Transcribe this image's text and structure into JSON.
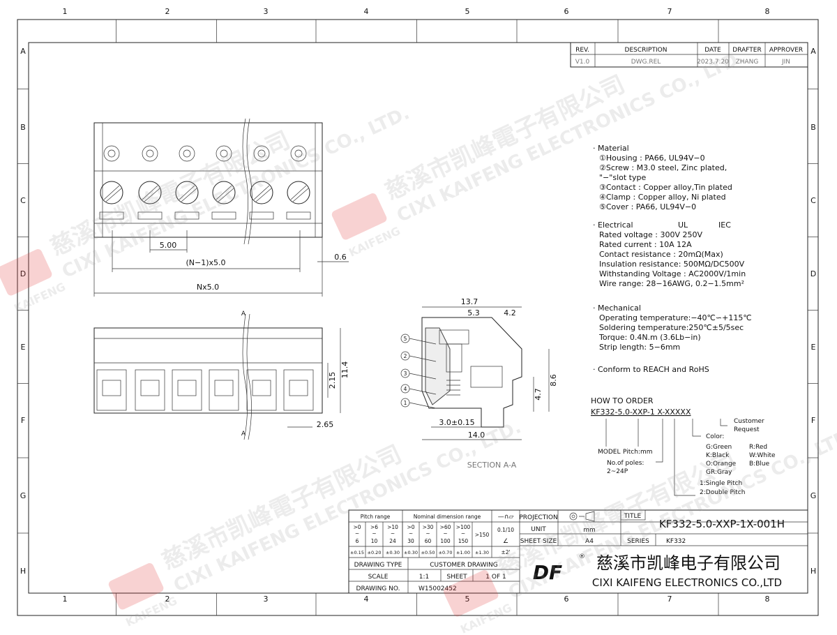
{
  "grid": {
    "columns": [
      "1",
      "2",
      "3",
      "4",
      "5",
      "6",
      "7",
      "8"
    ],
    "rows": [
      "A",
      "B",
      "C",
      "D",
      "E",
      "F",
      "G",
      "H"
    ]
  },
  "revision_table": {
    "headers": [
      "REV.",
      "DESCRIPTION",
      "DATE",
      "DRAFTER",
      "APPROVER"
    ],
    "row": [
      "V1.0",
      "DWG.REL",
      "2023.7.20",
      "ZHANG",
      "JIN"
    ]
  },
  "top_view": {
    "dim_pitch": "5.00",
    "dim_n1": "(N−1)x5.0",
    "dim_offset": "0.6",
    "dim_total": "Nx5.0"
  },
  "side_view": {
    "section_label_top": "A",
    "section_label_bottom": "A",
    "dim_215": "2.15",
    "dim_114": "11.4",
    "dim_265": "2.65"
  },
  "section_view": {
    "dim_137": "13.7",
    "dim_53": "5.3",
    "dim_42": "4.2",
    "dim_86": "8.6",
    "dim_47": "4.7",
    "dim_30": "3.0±0.15",
    "dim_140": "14.0",
    "callouts": [
      "5",
      "2",
      "3",
      "4",
      "1"
    ],
    "caption": "SECTION A-A"
  },
  "specs": {
    "material": {
      "heading": "· Material",
      "lines": [
        "①Housing : PA66, UL94V−0",
        "②Screw : M3.0 steel, Zinc plated,",
        "  \"−\"slot type",
        "③Contact : Copper alloy,Tin plated",
        "④Clamp : Copper alloy, Ni plated",
        "⑤Cover : PA66, UL94V−0"
      ]
    },
    "electrical": {
      "heading": "· Electrical",
      "col_ul": "UL",
      "col_iec": "IEC",
      "lines": [
        "Rated voltage : 300V     250V",
        "Rated current : 10A       12A",
        "Contact resistance : 20mΩ(Max)",
        "Insulation resistance: 500MΩ/DC500V",
        "Withstanding Voltage : AC2000V/1min",
        "Wire range: 28−16AWG, 0.2−1.5mm²"
      ]
    },
    "mechanical": {
      "heading": "· Mechanical",
      "lines": [
        "Operating temperature:−40℃∽+115℃",
        "Soldering temperature:250℃±5/5sec",
        "Torque: 0.4N.m (3.6Lb−in)",
        "Strip length: 5−6mm"
      ]
    },
    "conform": "· Conform to REACH and RoHS"
  },
  "how_to_order": {
    "heading": "HOW TO ORDER",
    "code_parts": [
      "KF332",
      "5.0",
      "XXP",
      "1",
      "X",
      "XXXXX"
    ],
    "separators": [
      "-",
      "-",
      "-",
      " ",
      "-"
    ],
    "model": "MODEL",
    "pitch": "Pitch:mm",
    "poles": "No.of poles:",
    "poles_range": "2~24P",
    "customer": "Customer",
    "request": "Request",
    "color_label": "Color:",
    "colors": [
      "G:Green",
      "R:Red",
      "K:Black",
      "W:White",
      "O:Orange",
      "B:Blue",
      "GR:Gray"
    ],
    "pitch_types": [
      "1:Single Pitch",
      "2:Double Pitch"
    ]
  },
  "title_block": {
    "pitch_range": "Pitch range",
    "nominal_range": "Nominal dimension range",
    "range_from": [
      ">0",
      ">6",
      ">10",
      ">0",
      ">30",
      ">60",
      ">100"
    ],
    "range_to": [
      "6",
      "10",
      "24",
      "30",
      "60",
      "100",
      "150"
    ],
    "range_over": ">150",
    "tolerances": [
      "±0.15",
      "±0.20",
      "±0.30",
      "±0.30",
      "±0.50",
      "±0.70",
      "±1.00",
      "±1.30"
    ],
    "flatness": "0.1/10",
    "angle_tol": "±2'",
    "projection_label": "PROJECTION",
    "unit_label": "UNIT",
    "unit_value": "mm",
    "sheet_size_label": "SHEET SIZE",
    "sheet_size_value": "A4",
    "title_label": "TITLE",
    "title_value": "KF332-5.0-XXP-1X-001H",
    "series_label": "SERIES",
    "series_value": "KF332",
    "drawing_type_label": "DRAWING TYPE",
    "drawing_type_value": "CUSTOMER DRAWING",
    "scale_label": "SCALE",
    "scale_value": "1:1",
    "sheet_label": "SHEET",
    "sheet_value": "1 OF 1",
    "drawing_no_label": "DRAWING NO.",
    "drawing_no_value": "W15002452",
    "company_cn": "慈溪市凯峰电子有限公司",
    "company_en": "CIXI KAIFENG ELECTRONICS CO.,LTD",
    "logo_text": "DF"
  },
  "watermark": {
    "cn": "慈溪市凯峰電子有限公司",
    "en": "CIXI KAIFENG ELECTRONICS CO., LTD.",
    "brand": "KAIFENG"
  }
}
